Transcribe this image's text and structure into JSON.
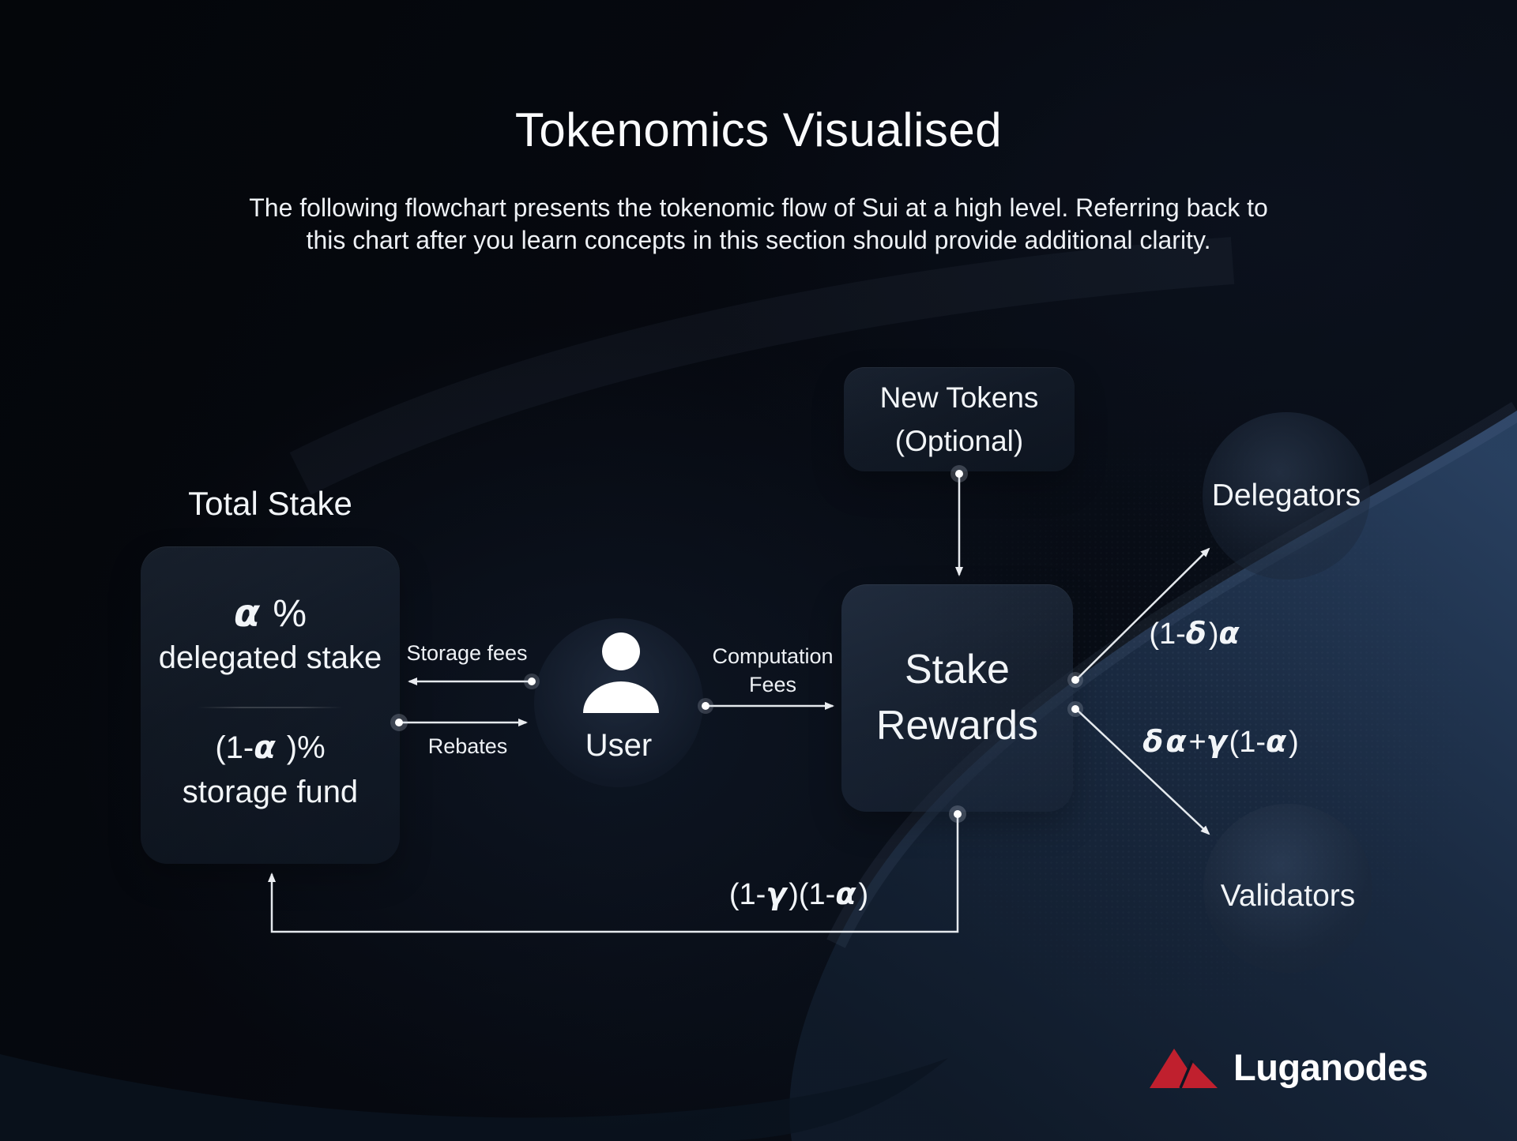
{
  "title": "Tokenomics Visualised",
  "subtitle": {
    "line1": "The following flowchart presents the tokenomic flow of Sui at a high level. Referring back to",
    "line2": "this chart after you learn concepts in this section should provide additional clarity."
  },
  "nodes": {
    "total_stake": {
      "title": "Total Stake",
      "top_formula": "α %",
      "top_label": "delegated stake",
      "bottom_formula": "(1-α )%",
      "bottom_label": "storage fund"
    },
    "user": {
      "label": "User",
      "icon": "person-icon"
    },
    "new_tokens": {
      "line1": "New Tokens",
      "line2": "(Optional)"
    },
    "stake_rewards": {
      "line1": "Stake",
      "line2": "Rewards"
    },
    "delegators": {
      "label": "Delegators"
    },
    "validators": {
      "label": "Validators"
    }
  },
  "edges": {
    "storage_fees": {
      "label": "Storage fees",
      "from": "User",
      "to": "Total Stake"
    },
    "rebates": {
      "label": "Rebates",
      "from": "Total Stake",
      "to": "User"
    },
    "computation_fees": {
      "line1": "Computation",
      "line2": "Fees",
      "from": "User",
      "to": "Stake Rewards"
    },
    "new_tokens_to_stake_rewards": {
      "from": "New Tokens (Optional)",
      "to": "Stake Rewards"
    },
    "stake_to_delegators": {
      "formula": "(1-δ)α",
      "from": "Stake Rewards",
      "to": "Delegators"
    },
    "stake_to_validators": {
      "formula": "δα+γ(1-α)",
      "from": "Stake Rewards",
      "to": "Validators"
    },
    "stake_to_storage_fund": {
      "formula": "(1-γ)(1-α)",
      "from": "Stake Rewards",
      "to": "Total Stake"
    }
  },
  "logo": {
    "name": "Luganodes",
    "icon": "mountain-peaks-icon"
  },
  "colors": {
    "background": "#05070b",
    "wave": "#1b2c44",
    "wave_highlight": "#2a4263",
    "text": "#f2f5f8",
    "line": "#eef2f6",
    "logo_red": "#c0202e"
  }
}
